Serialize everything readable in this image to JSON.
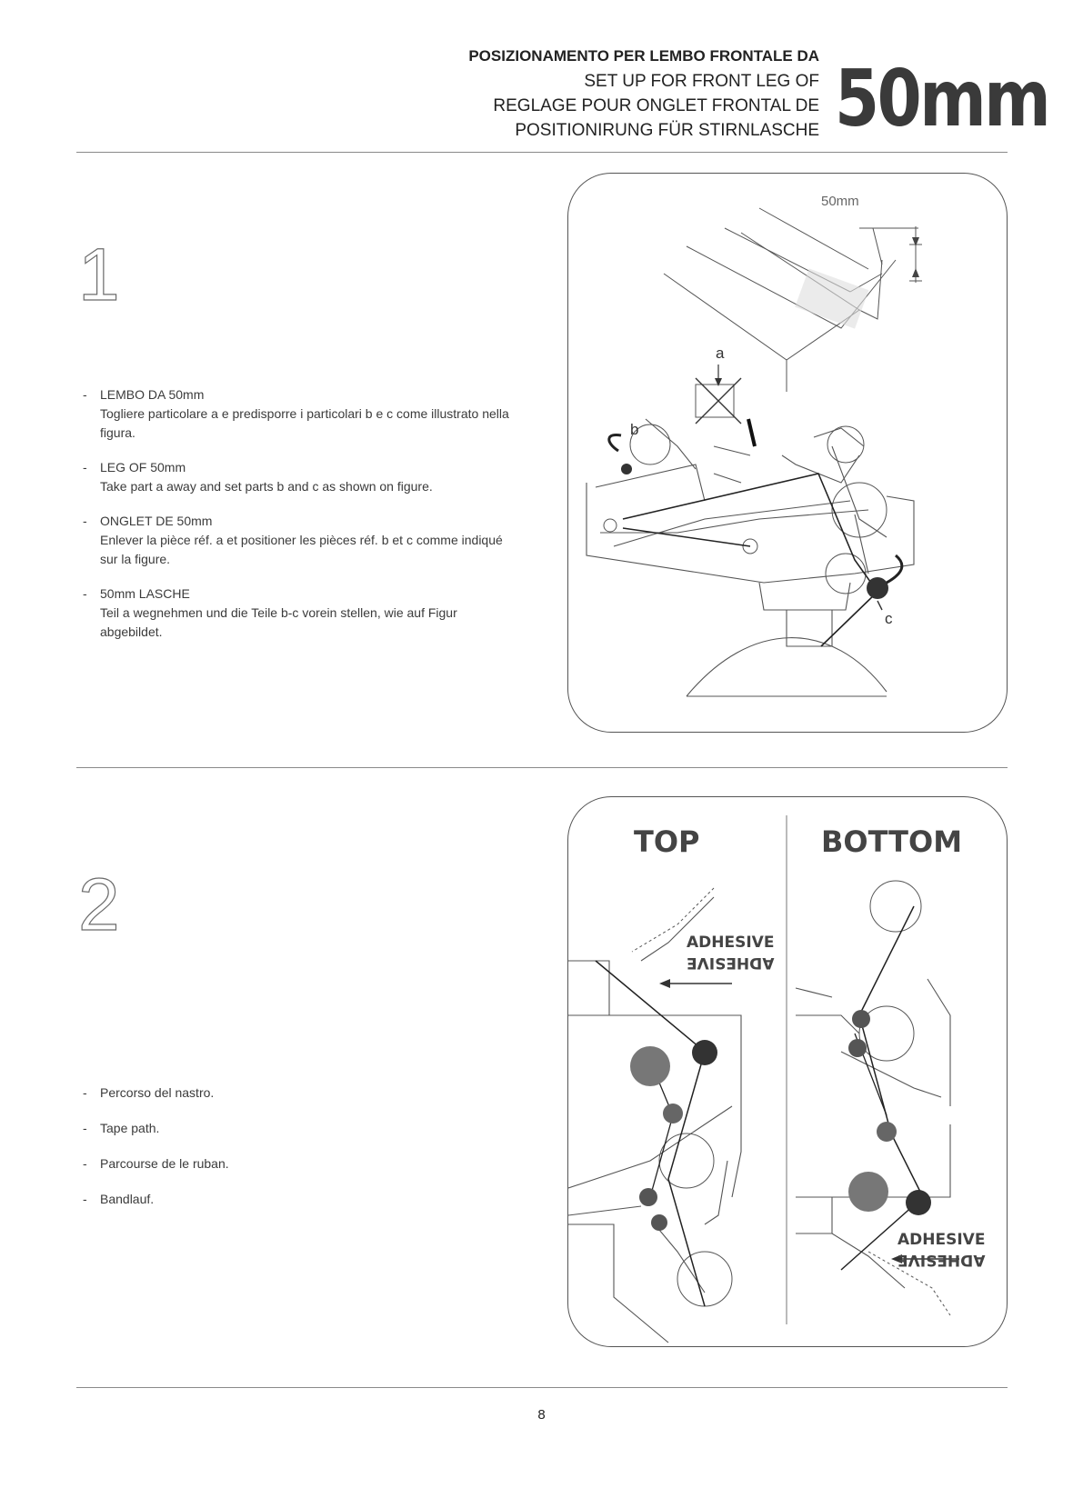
{
  "header": {
    "title_it": "POSIZIONAMENTO PER LEMBO FRONTALE DA",
    "title_en": "SET UP FOR FRONT LEG OF",
    "title_fr": "REGLAGE POUR ONGLET FRONTAL DE",
    "title_de": "POSITIONIRUNG FÜR STIRNLASCHE",
    "size": "50mm"
  },
  "step1": {
    "number": "1",
    "items": [
      {
        "head": "LEMBO DA 50mm",
        "body": "Togliere particolare a  e predisporre  i particolari b e c come illustrato nella figura."
      },
      {
        "head": "LEG OF 50mm",
        "body": "Take part a away and set parts b and c as shown on figure."
      },
      {
        "head": "ONGLET DE 50mm",
        "body": "Enlever la pièce réf. a et positioner les pièces réf. b et c comme indiqué sur la figure."
      },
      {
        "head": "50mm LASCHE",
        "body": "Teil a wegnehmen und die Teile b-c vorein stellen, wie auf Figur abgebildet."
      }
    ],
    "figure": {
      "dimension": "50mm",
      "label_a": "a",
      "label_b": "b",
      "label_c": "c"
    }
  },
  "step2": {
    "number": "2",
    "items": [
      "Percorso del nastro.",
      "Tape path.",
      "Parcourse de le ruban.",
      "Bandlauf."
    ],
    "figure": {
      "top_label": "TOP",
      "bottom_label": "BOTTOM",
      "adhesive_label": "ADHESIVE"
    }
  },
  "page_number": "8"
}
